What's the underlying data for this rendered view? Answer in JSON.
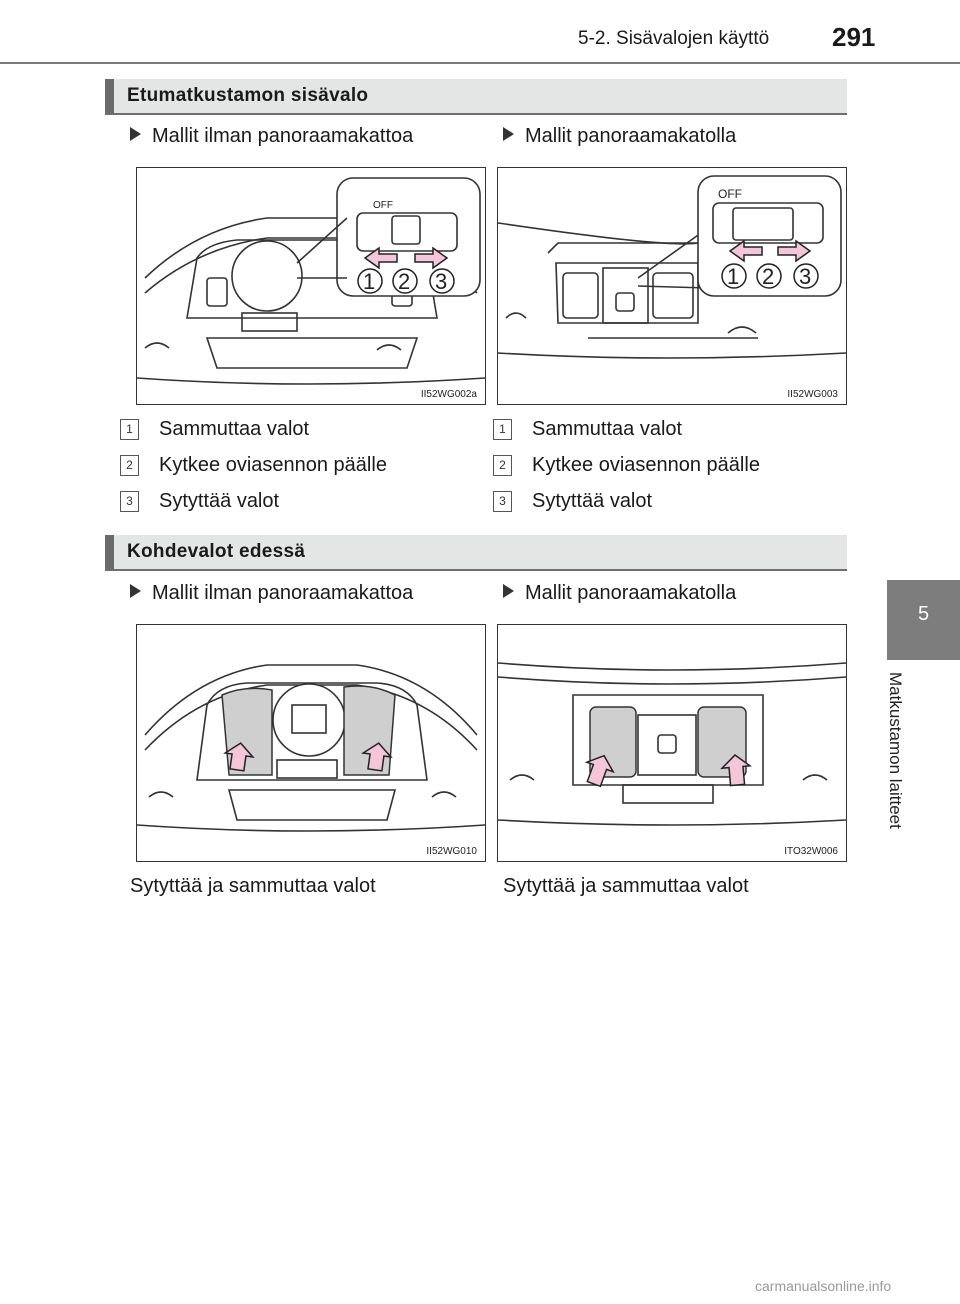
{
  "header": {
    "title": "5-2. Sisävalojen käyttö",
    "page_number": "291"
  },
  "side_tab": {
    "number": "5",
    "label": "Matkustamon laitteet"
  },
  "section1": {
    "heading": "Etumatkustamon sisävalo",
    "left": {
      "model": "Mallit ilman panoraamakattoa",
      "figure_code": "II52WG002a",
      "items": [
        {
          "num": "1",
          "text": "Sammuttaa valot"
        },
        {
          "num": "2",
          "text": "Kytkee oviasennon päälle"
        },
        {
          "num": "3",
          "text": "Sytyttää valot"
        }
      ]
    },
    "right": {
      "model": "Mallit panoraamakatolla",
      "figure_code": "II52WG003",
      "items": [
        {
          "num": "1",
          "text": "Sammuttaa valot"
        },
        {
          "num": "2",
          "text": "Kytkee oviasennon päälle"
        },
        {
          "num": "3",
          "text": "Sytyttää valot"
        }
      ]
    },
    "callout": {
      "off_label": "OFF",
      "n1": "1",
      "n2": "2",
      "n3": "3"
    }
  },
  "section2": {
    "heading": "Kohdevalot edessä",
    "left": {
      "model": "Mallit ilman panoraamakattoa",
      "figure_code": "II52WG010",
      "caption": "Sytyttää ja sammuttaa valot"
    },
    "right": {
      "model": "Mallit panoraamakatolla",
      "figure_code": "ITO32W006",
      "caption": "Sytyttää ja sammuttaa valot"
    }
  },
  "watermark": "carmanualsonline.info",
  "colors": {
    "arrow_fill": "#f4c6d8",
    "arrow_stroke": "#222222",
    "section_bar": "#6a6a6a",
    "lamp_gray": "#cfcfcf"
  }
}
